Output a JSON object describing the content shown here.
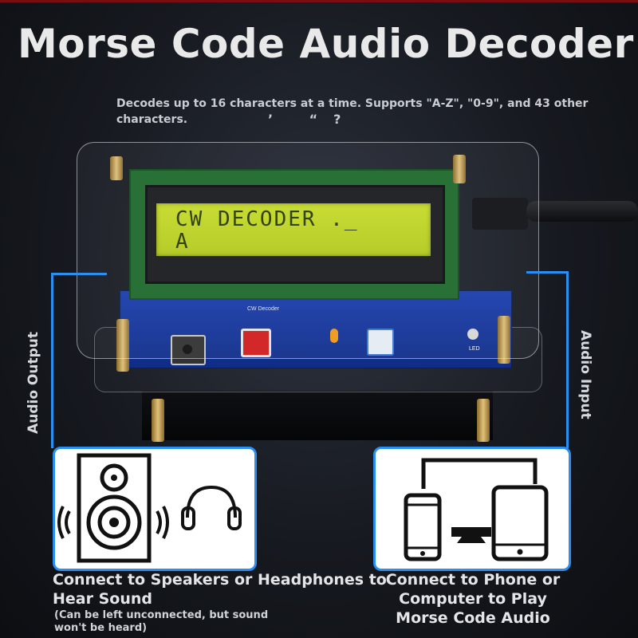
{
  "title": "Morse Code Audio Decoder",
  "subtitle": "Decodes up to 16 characters at a time. Supports \"A-Z\", \"0-9\", and 43 other characters.",
  "subtitle_marks": "’ “?",
  "device": {
    "lcd_line1": "CW DECODER ._",
    "lcd_line2": "A",
    "pcb_label": "CW Decoder",
    "led_label": "LED"
  },
  "labels": {
    "audio_output": "Audio Output",
    "audio_input": "Audio Input"
  },
  "cards": {
    "left": {
      "icons": [
        "speaker-icon",
        "headphones-icon"
      ],
      "caption": "Connect to Speakers or Headphones to Hear Sound",
      "note": "(Can be left unconnected, but sound won't be heard)"
    },
    "right": {
      "icons": [
        "phone-icon",
        "computer-icon",
        "tablet-icon"
      ],
      "caption": "Connect to Phone or Computer to Play Morse Code Audio"
    }
  },
  "colors": {
    "accent": "#2a8ff2",
    "lcd_backlight": "#c8dd2a",
    "pcb": "#1b3fae"
  }
}
